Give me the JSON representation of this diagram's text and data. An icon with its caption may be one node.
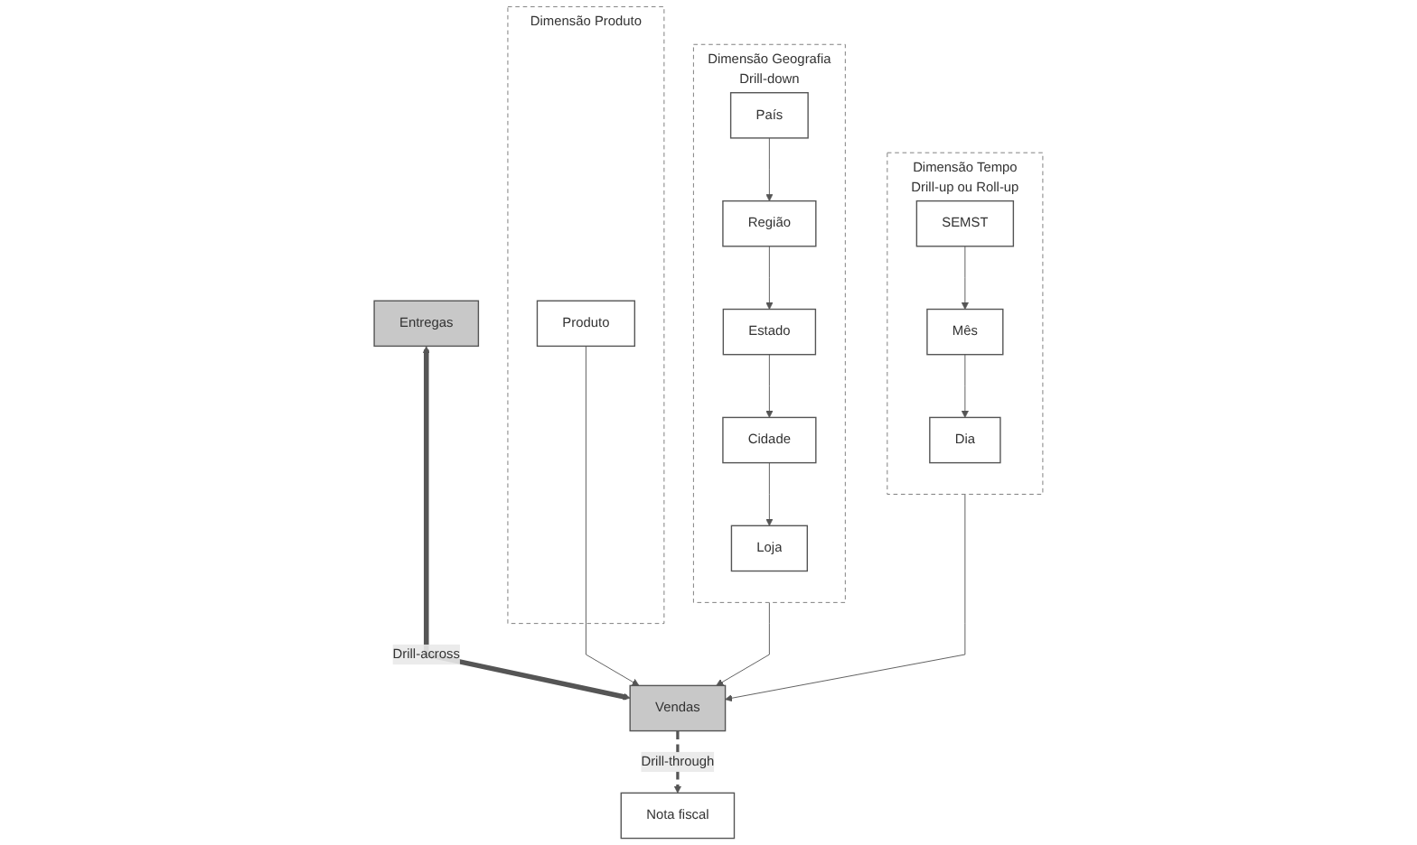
{
  "diagram": {
    "nodes": [
      {
        "text": [
          "Dimensão Geografia",
          "Drill-down"
        ]
      },
      {
        "text": [
          "País"
        ],
        "in": 0
      },
      {
        "text": [
          "Região"
        ],
        "in": 0
      },
      {
        "text": [
          "Estado"
        ],
        "in": 0
      },
      {
        "text": [
          "Cidade"
        ],
        "in": 0
      },
      {
        "text": [
          "Loja"
        ],
        "in": 0
      },
      {
        "text": [
          "Entregas"
        ]
      },
      {
        "text": [
          "Vendas"
        ]
      },
      {
        "text": [
          "Dimensão Tempo",
          "Drill-up ou Roll-up"
        ]
      },
      {
        "text": [
          "SEMST"
        ],
        "in": 8
      },
      {
        "text": [
          "Mês"
        ],
        "in": 8
      },
      {
        "text": [
          "Dia"
        ],
        "in": 8
      },
      {
        "text": [
          "Dimensão Produto"
        ]
      },
      {
        "text": [
          "Produto"
        ],
        "in": 12
      },
      {
        "text": [
          "Nota fiscal"
        ]
      }
    ],
    "edges": [
      {
        "from": 1,
        "to": 2,
        "arrow": "to"
      },
      {
        "from": 2,
        "to": 3,
        "arrow": "to"
      },
      {
        "from": 3,
        "to": 4,
        "arrow": "to"
      },
      {
        "from": 4,
        "to": 5,
        "arrow": "to"
      },
      {
        "from": 6,
        "to": 7,
        "arrow": "both",
        "label": "Drill-across",
        "style": "thick"
      },
      {
        "from": 0,
        "to": 7,
        "arrow": "to"
      },
      {
        "from": 8,
        "to": 7,
        "arrow": "to"
      },
      {
        "from": 13,
        "to": 7,
        "arrow": "to"
      },
      {
        "from": 7,
        "to": 14,
        "arrow": "to",
        "label": "Drill-through",
        "style": "dashed"
      },
      {
        "from": 9,
        "to": 10,
        "arrow": "to"
      },
      {
        "from": 10,
        "to": 11,
        "arrow": "to"
      }
    ]
  }
}
